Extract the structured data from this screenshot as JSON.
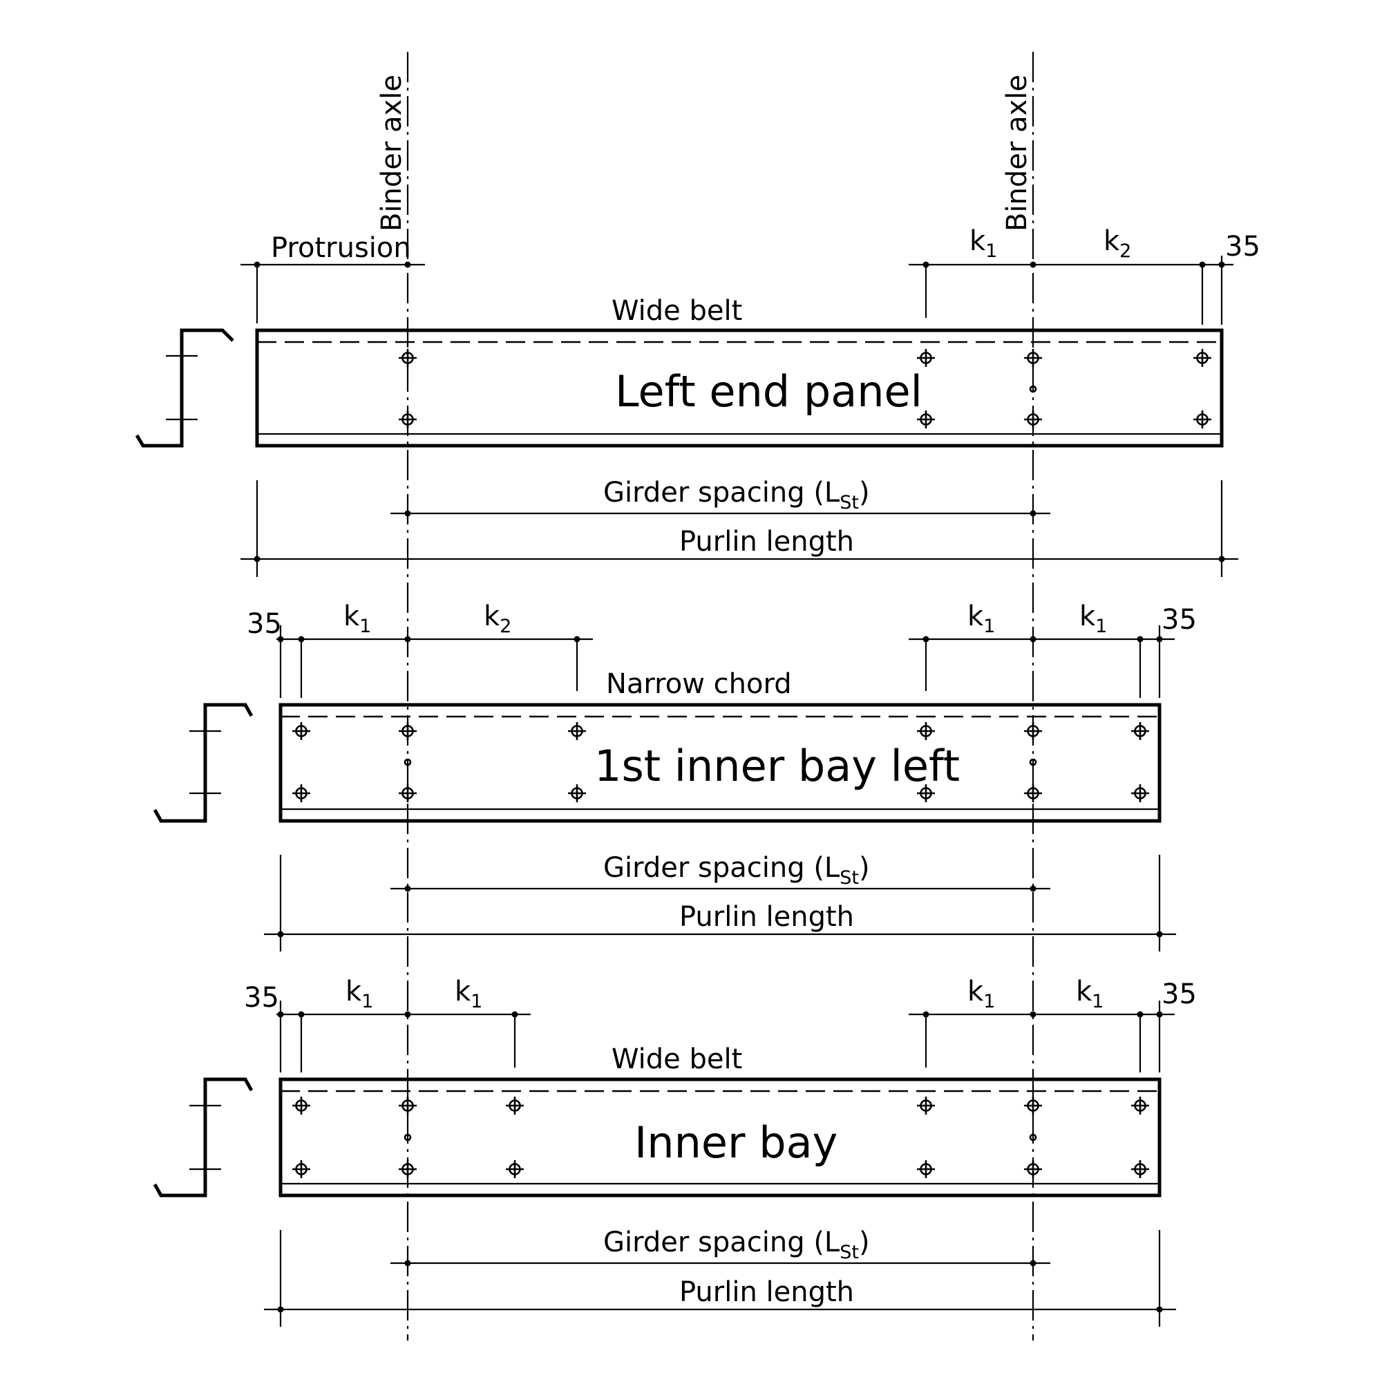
{
  "labels": {
    "binder_axle": "Binder axle",
    "protrusion": "Protrusion",
    "girder_spacing": "Girder spacing (L",
    "girder_spacing_sub": "St",
    "girder_spacing_close": ")",
    "purlin_length": "Purlin length",
    "k": "k",
    "sub_1": "1",
    "sub_2": "2",
    "edge_35": "35"
  },
  "panels": [
    {
      "title": "Left end panel",
      "chord": "Wide belt"
    },
    {
      "title": "1st inner bay left",
      "chord": "Narrow chord"
    },
    {
      "title": "Inner bay",
      "chord": "Wide belt"
    }
  ]
}
